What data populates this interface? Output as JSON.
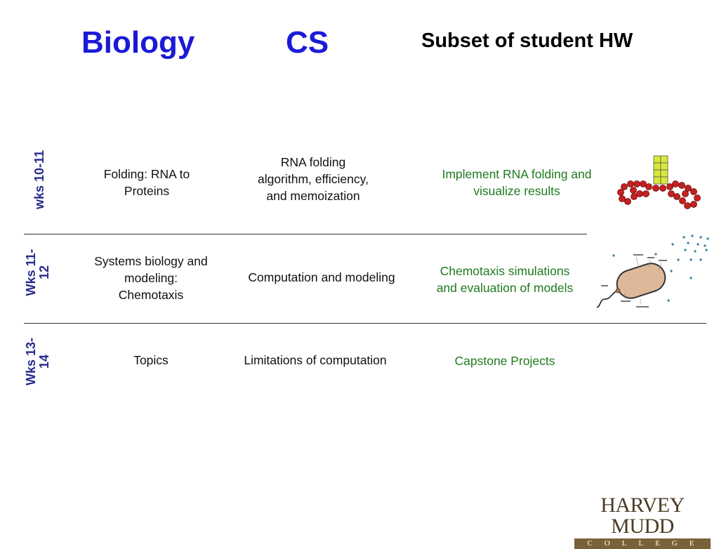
{
  "header": {
    "biology": "Biology",
    "cs": "CS",
    "hw": "Subset of student HW"
  },
  "rows": [
    {
      "week": "wks 10-11",
      "biology": "Folding:  RNA to\nProteins",
      "cs": "RNA folding\nalgorithm, efficiency,\nand memoization",
      "hw": "Implement RNA folding and\nvisualize results"
    },
    {
      "week": "Wks 11-\n12",
      "biology": "Systems biology and\nmodeling:\nChemotaxis",
      "cs": "Computation and modeling",
      "hw": "Chemotaxis simulations\nand evaluation of models"
    },
    {
      "week": "Wks 13-\n14",
      "biology": "Topics",
      "cs": "Limitations of computation",
      "hw": "Capstone Projects"
    }
  ],
  "logo": {
    "name": "HARVEY MUDD",
    "sub": "COLLEGE"
  },
  "colors": {
    "heading_blue": "#1a1ad6",
    "week_label": "#262a8c",
    "homework_green": "#1f7a1f"
  }
}
